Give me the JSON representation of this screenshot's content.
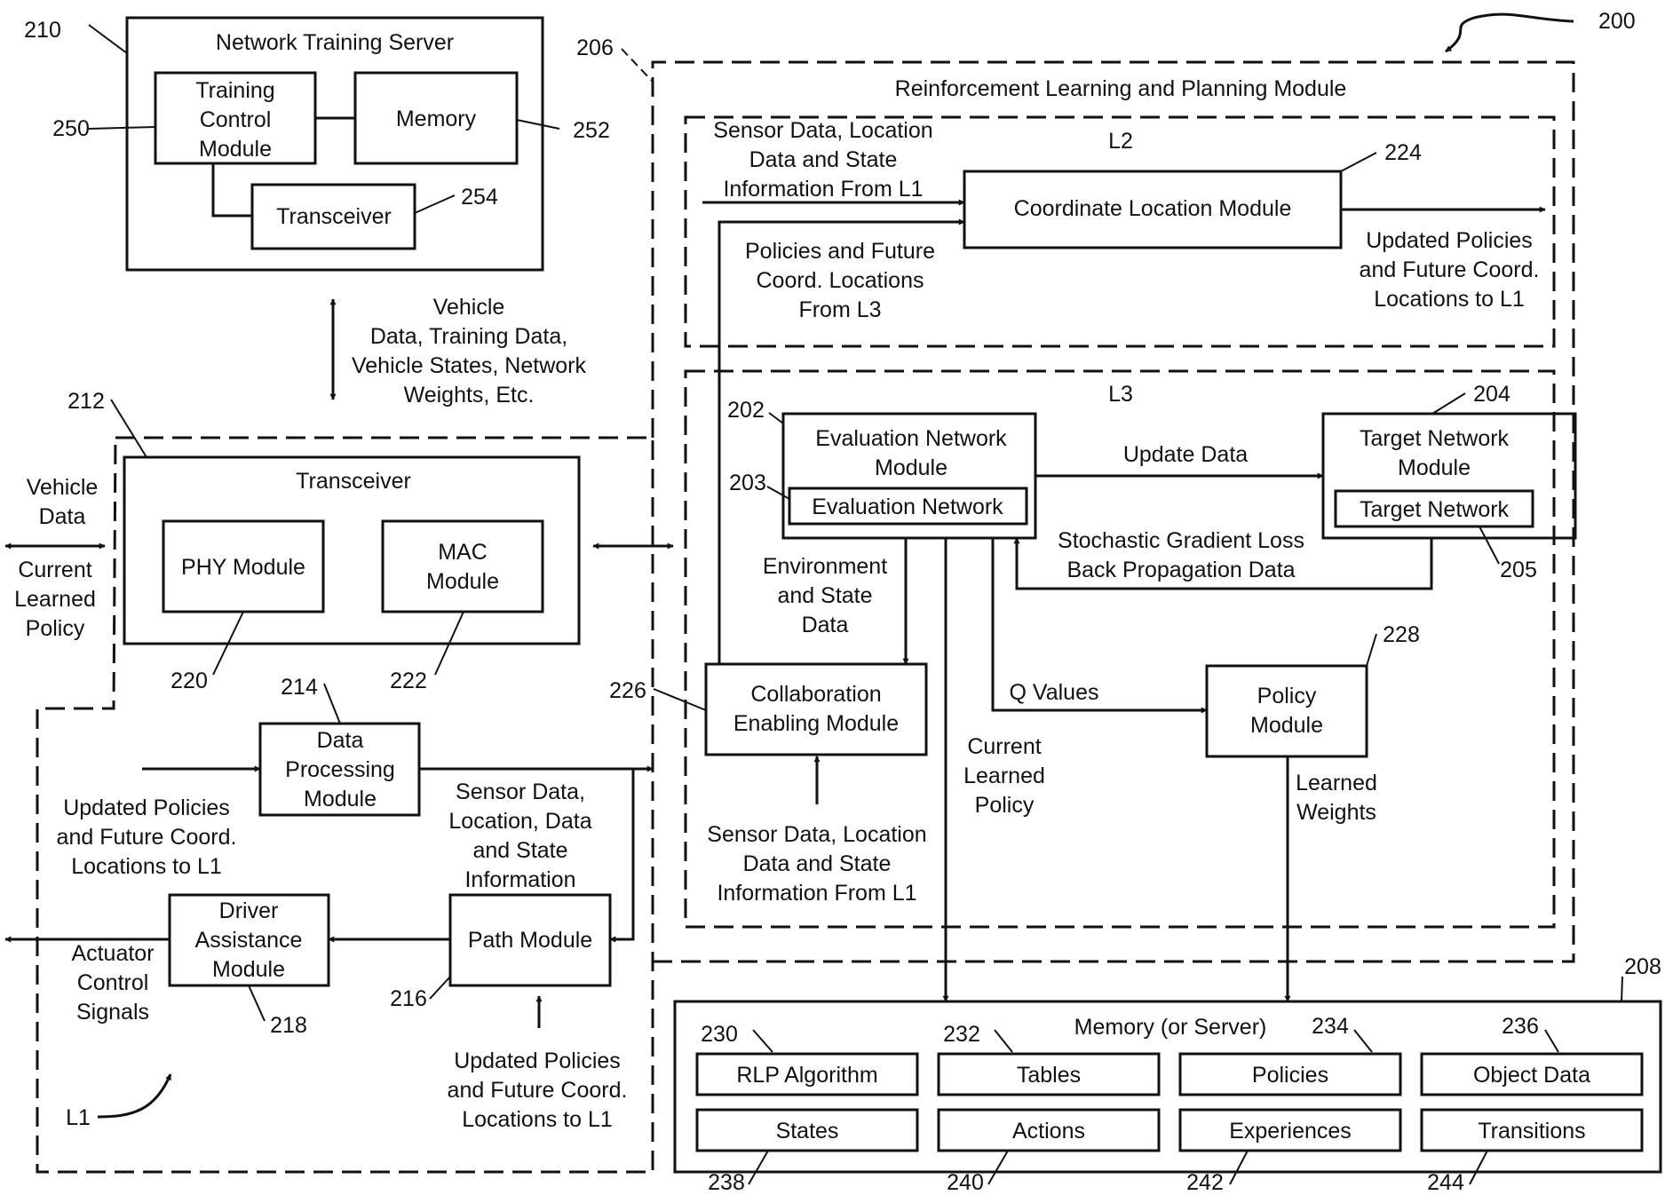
{
  "figure": {
    "ref": "200",
    "l1": {
      "ref": "212",
      "label": "L1",
      "vehicle_data": [
        "Vehicle",
        "Data"
      ],
      "current_learned_policy": [
        "Current",
        "Learned",
        "Policy"
      ],
      "transceiver": {
        "title": "Transceiver",
        "phy": {
          "label": "PHY Module",
          "ref": "220"
        },
        "mac": {
          "label": [
            "MAC",
            "Module"
          ],
          "ref": "222"
        }
      },
      "data_processing": {
        "label": [
          "Data",
          "Processing",
          "Module"
        ],
        "ref": "214"
      },
      "updated_policies_left": [
        "Updated Policies",
        "and Future Coord.",
        "Locations to L1"
      ],
      "sensor_data": [
        "Sensor Data,",
        "Location, Data",
        "and State",
        "Information"
      ],
      "path_module": {
        "label": "Path Module",
        "ref": "216"
      },
      "driver_assistance": {
        "label": [
          "Driver",
          "Assistance",
          "Module"
        ],
        "ref": "218"
      },
      "actuator": [
        "Actuator",
        "Control",
        "Signals"
      ],
      "updated_policies_bottom": [
        "Updated Policies",
        "and Future Coord.",
        "Locations to L1"
      ]
    },
    "server": {
      "ref": "210",
      "title": "Network Training Server",
      "training_control": {
        "label": [
          "Training",
          "Control",
          "Module"
        ],
        "ref": "250"
      },
      "memory": {
        "label": "Memory",
        "ref": "252"
      },
      "transceiver": {
        "label": "Transceiver",
        "ref": "254"
      },
      "link_text": [
        "Vehicle",
        "Data, Training Data,",
        "Vehicle States, Network",
        "Weights, Etc."
      ]
    },
    "rlp": {
      "ref": "206",
      "title": "Reinforcement Learning and Planning Module",
      "l2": {
        "label": "L2",
        "sensor_in": [
          "Sensor Data, Location",
          "Data and State",
          "Information From L1"
        ],
        "coordinate": {
          "label": "Coordinate Location Module",
          "ref": "224"
        },
        "policies_from_l3": [
          "Policies and Future",
          "Coord. Locations",
          "From L3"
        ],
        "updated_out": [
          "Updated Policies",
          "and Future Coord.",
          "Locations to L1"
        ]
      },
      "l3": {
        "label": "L3",
        "eval_module": {
          "label": [
            "Evaluation Network",
            "Module"
          ],
          "ref": "202"
        },
        "eval_network": {
          "label": "Evaluation Network",
          "ref": "203"
        },
        "update_data": "Update Data",
        "target_module": {
          "label": [
            "Target Network",
            "Module"
          ],
          "ref": "204"
        },
        "target_network": {
          "label": "Target Network",
          "ref": "205"
        },
        "sgl": [
          "Stochastic Gradient Loss",
          "Back Propagation Data"
        ],
        "env_state": [
          "Environment",
          "and State",
          "Data"
        ],
        "collab": {
          "label": [
            "Collaboration",
            "Enabling Module"
          ],
          "ref": "226"
        },
        "q_values": "Q Values",
        "policy": {
          "label": [
            "Policy",
            "Module"
          ],
          "ref": "228"
        },
        "current_policy": [
          "Current",
          "Learned",
          "Policy"
        ],
        "learned_weights": [
          "Learned",
          "Weights"
        ],
        "sensor_from_l1": [
          "Sensor Data, Location",
          "Data and State",
          "Information From L1"
        ]
      }
    },
    "memory_server": {
      "ref": "208",
      "title": "Memory (or Server)",
      "cells": [
        {
          "label": "RLP Algorithm",
          "ref": "230"
        },
        {
          "label": "Tables",
          "ref": "232"
        },
        {
          "label": "Policies",
          "ref": "234"
        },
        {
          "label": "Object Data",
          "ref": "236"
        },
        {
          "label": "States",
          "ref": "238"
        },
        {
          "label": "Actions",
          "ref": "240"
        },
        {
          "label": "Experiences",
          "ref": "242"
        },
        {
          "label": "Transitions",
          "ref": "244"
        }
      ]
    }
  }
}
